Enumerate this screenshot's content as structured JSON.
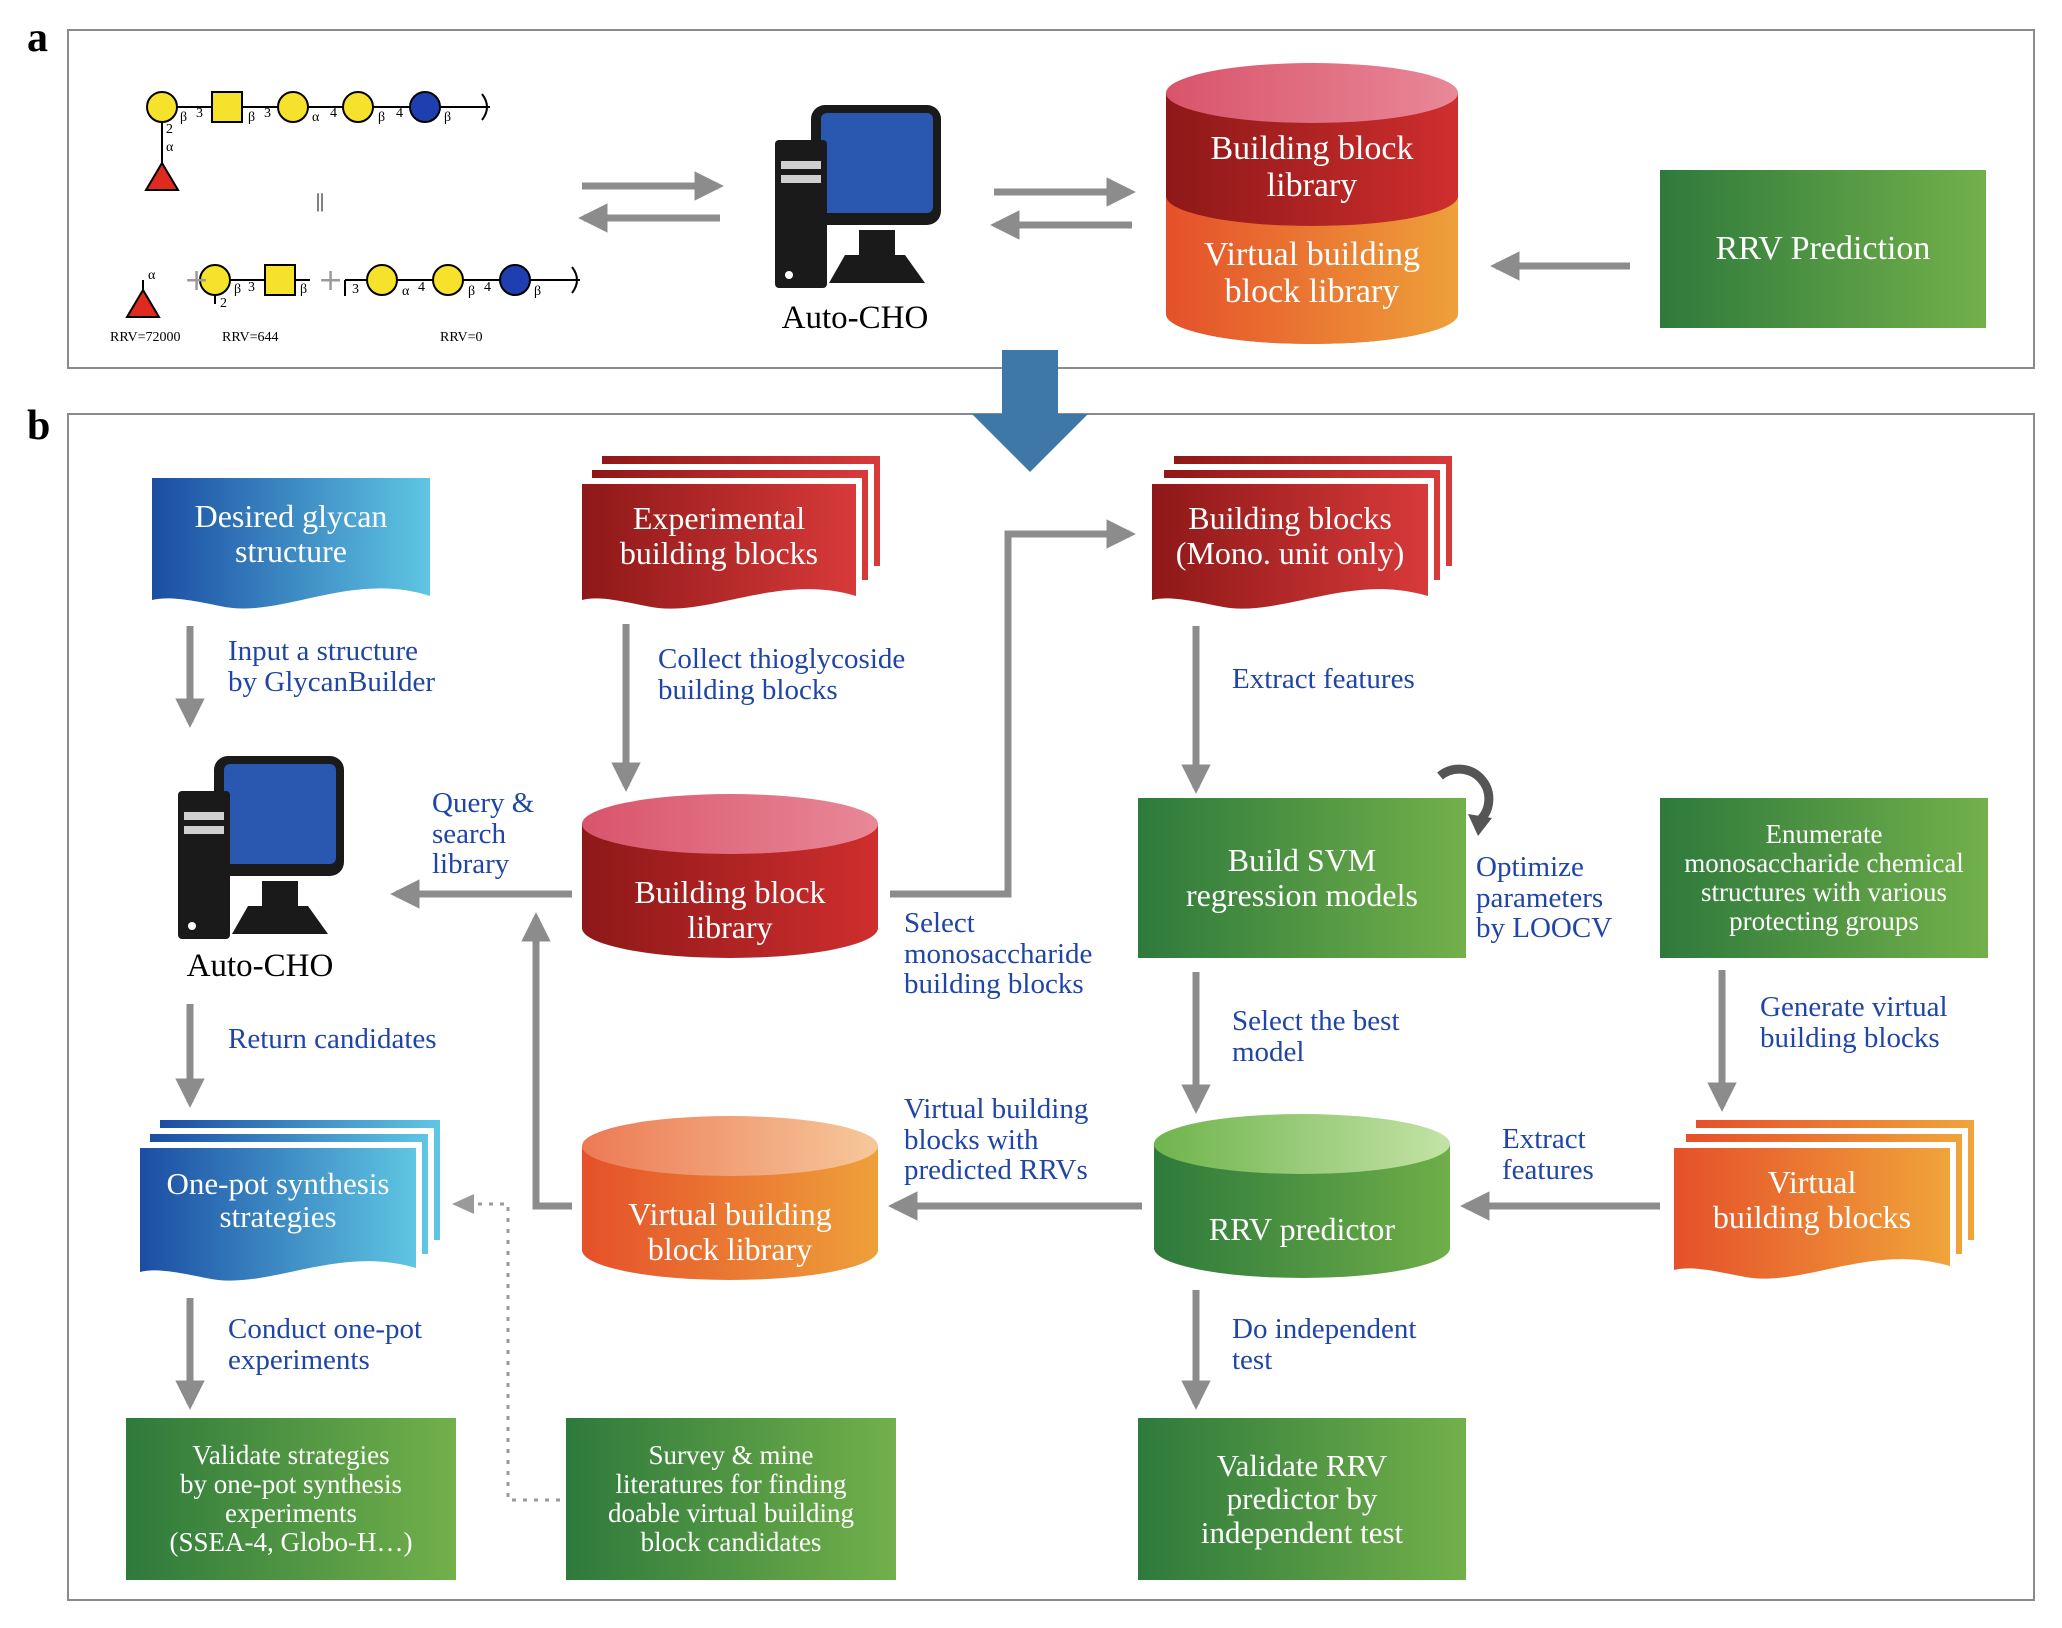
{
  "panels": {
    "a": "a",
    "b": "b"
  },
  "panel_a": {
    "computer_label": "Auto-CHO",
    "db_top": "Building block\nlibrary",
    "db_bottom": "Virtual building\nblock library",
    "rrv_prediction": "RRV Prediction",
    "glycan_equals": "||",
    "rrv_values": [
      "RRV=72000",
      "RRV=644",
      "RRV=0"
    ],
    "glycan_symbols": {
      "top_chain": [
        "β",
        "3",
        "β",
        "3",
        "α",
        "4",
        "β",
        "4",
        "β"
      ],
      "top_branch": [
        "2",
        "α"
      ],
      "bottom_chain": [
        "α",
        "2",
        "β",
        "3",
        "β",
        "3",
        "α",
        "4",
        "β",
        "4",
        "β"
      ]
    }
  },
  "panel_b": {
    "desired": "Desired glycan\nstructure",
    "input_structure": "Input a structure\nby GlycanBuilder",
    "computer_label": "Auto-CHO",
    "return_candidates": "Return candidates",
    "one_pot": "One-pot synthesis\nstrategies",
    "conduct": "Conduct one-pot\nexperiments",
    "validate_strategies": "Validate strategies\nby one-pot synthesis\nexperiments\n(SSEA-4, Globo-H…)",
    "experimental": "Experimental\nbuilding blocks",
    "collect": "Collect thioglycoside\nbuilding blocks",
    "bb_library": "Building block\nlibrary",
    "query": "Query &\nsearch\nlibrary",
    "select_mono": "Select\nmonosaccharide\nbuilding blocks",
    "virtual_library": "Virtual building\nblock library",
    "virtual_with_rrv": "Virtual building\nblocks with\npredicted RRVs",
    "survey": "Survey & mine\nliteratures for finding\ndoable virtual building\nblock candidates",
    "bb_mono": "Building blocks\n(Mono. unit only)",
    "extract_features": "Extract features",
    "build_svm": "Build SVM\nregression models",
    "optimize": "Optimize\nparameters\nby LOOCV",
    "select_best": "Select the best\nmodel",
    "rrv_predictor": "RRV predictor",
    "do_test": "Do independent\ntest",
    "validate_rrv": "Validate RRV\npredictor by\nindependent test",
    "enumerate": "Enumerate\nmonosaccharide chemical\nstructures with various\nprotecting groups",
    "generate_virtual": "Generate virtual\nbuilding blocks",
    "extract_features2": "Extract\nfeatures",
    "virtual_bb": "Virtual\nbuilding blocks"
  },
  "colors": {
    "label_blue": "#1f45a6",
    "arrow_gray": "#8c8c8c",
    "big_arrow": "#3d78a8",
    "green_dark": "#2e7a3c",
    "green_light": "#72b04a",
    "red_dark": "#8e1818",
    "red_light": "#d83a3a",
    "orange_dark": "#e5502a",
    "orange_light": "#f0a43a",
    "blue_dark": "#1b4da3",
    "blue_light": "#5fc6e3",
    "glycan_yellow": "#f7e22b",
    "glycan_blue": "#1f3fb0",
    "glycan_red": "#e02a20"
  }
}
